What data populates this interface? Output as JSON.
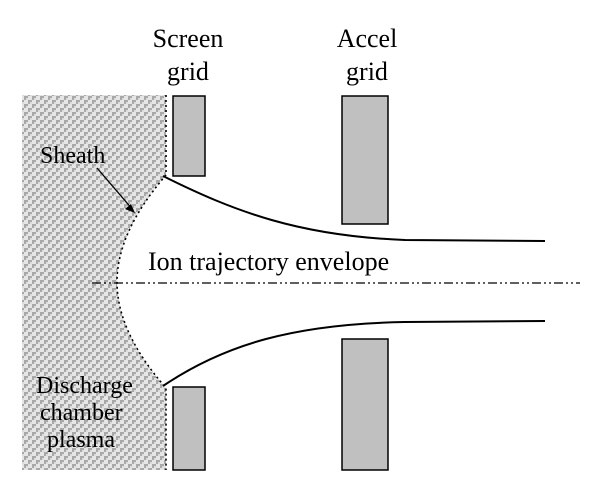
{
  "labels": {
    "screen_grid_line1": "Screen",
    "screen_grid_line2": "grid",
    "accel_grid_line1": "Accel",
    "accel_grid_line2": "grid",
    "sheath": "Sheath",
    "ion_envelope": "Ion trajectory envelope",
    "plasma_line1": "Discharge",
    "plasma_line2": "chamber",
    "plasma_line3": "plasma"
  },
  "colors": {
    "grid_fill": "#c0c0c0",
    "plasma_dark": "#a8a8a8",
    "plasma_light": "#e6e6e6",
    "stroke": "#000000"
  }
}
